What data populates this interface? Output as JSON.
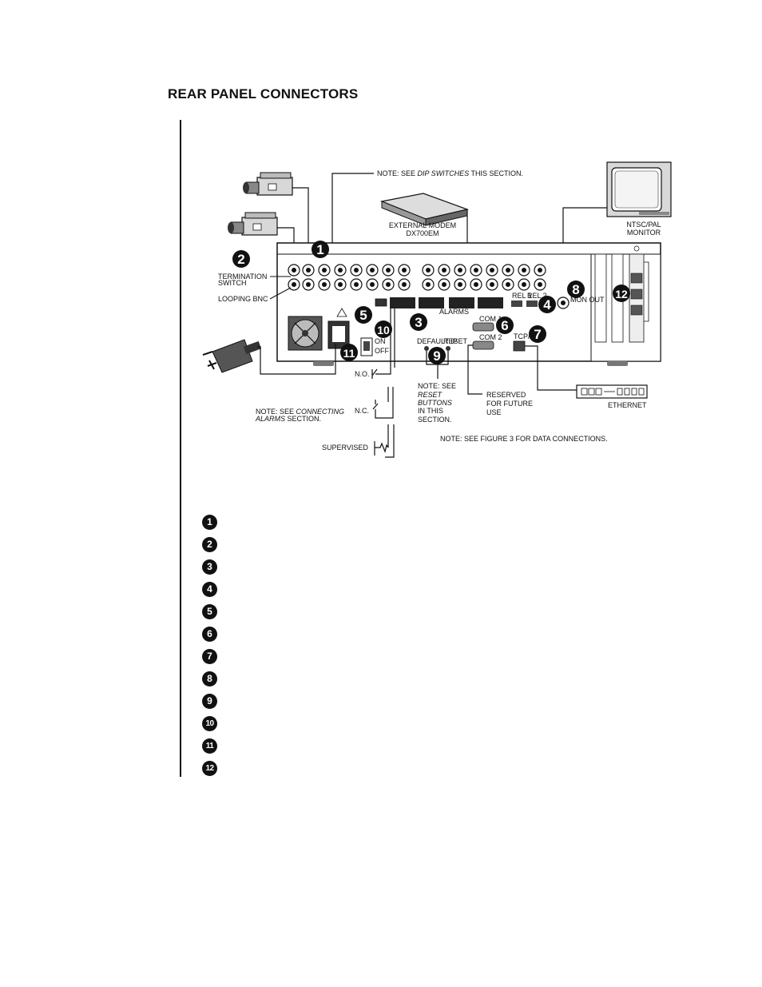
{
  "page": {
    "title": "REAR PANEL CONNECTORS"
  },
  "labels": {
    "note_dip_prefix": "NOTE: SEE ",
    "note_dip_italic": "DIP SWITCHES",
    "note_dip_suffix": " THIS SECTION.",
    "modem_line1": "EXTERNAL MODEM",
    "modem_line2": "DX700EM",
    "monitor_line1": "NTSC/PAL",
    "monitor_line2": "MONITOR",
    "termination_line1": "TERMINATION",
    "termination_line2": "SWITCH",
    "looping_bnc": "LOOPING BNC",
    "no": "N.O.",
    "nc": "N.C.",
    "supervised": "SUPERVISED",
    "note_alarms_prefix": "NOTE: SEE ",
    "note_alarms_italic1": "CONNECTING",
    "note_alarms_italic2": "ALARMS",
    "note_alarms_suffix": " SECTION.",
    "note_reset_line1": "NOTE: SEE",
    "note_reset_italic1": "RESET",
    "note_reset_italic2": "BUTTONS",
    "note_reset_line4": "IN THIS",
    "note_reset_line5": "SECTION.",
    "reserved_line1": "RESERVED",
    "reserved_line2": "FOR FUTURE",
    "reserved_line3": "USE",
    "ethernet": "ETHERNET",
    "note_figure3": "NOTE: SEE FIGURE 3 FOR DATA CONNECTIONS.",
    "panel_com1": "COM 1",
    "panel_com2": "COM 2",
    "panel_tcpip": "TCP/IP",
    "panel_default_ip": "DEFAULT IP",
    "panel_reset": "RESET",
    "panel_rel1": "REL 1",
    "panel_rel2": "REL 2",
    "panel_mon_out": "MON OUT",
    "panel_on": "ON",
    "panel_off": "OFF",
    "panel_alarms": "ALARMS"
  },
  "callouts": [
    "1",
    "2",
    "3",
    "4",
    "5",
    "6",
    "7",
    "8",
    "9",
    "10",
    "11",
    "12"
  ],
  "legend": [
    "1",
    "2",
    "3",
    "4",
    "5",
    "6",
    "7",
    "8",
    "9",
    "10",
    "11",
    "12"
  ]
}
